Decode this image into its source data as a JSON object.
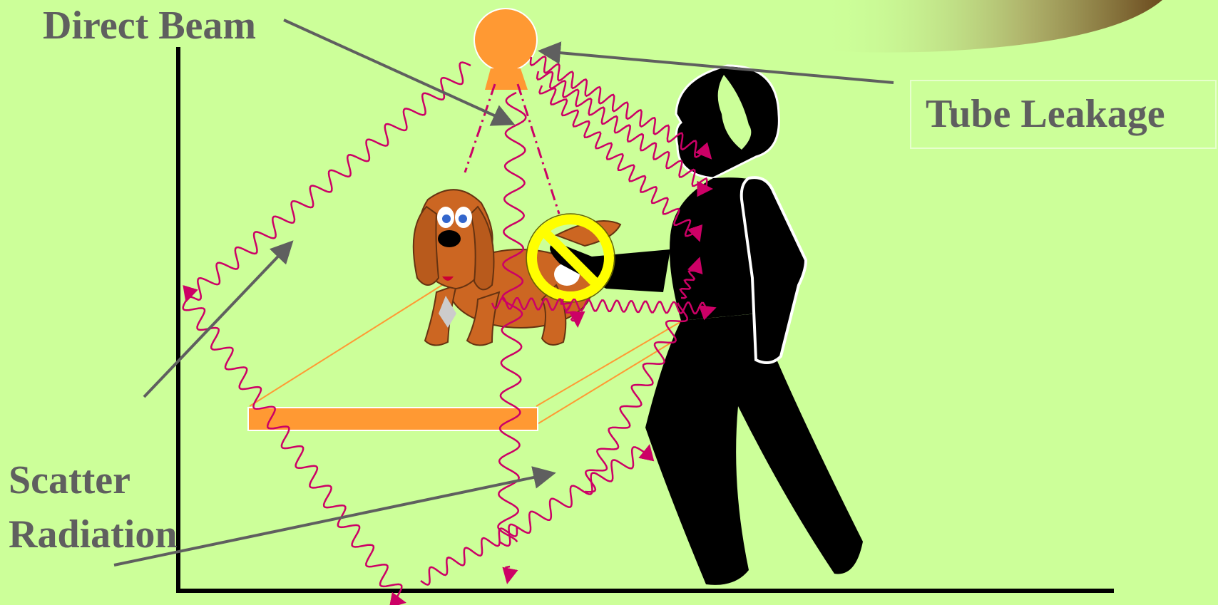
{
  "labels": {
    "direct_beam": "Direct Beam",
    "tube_leakage": "Tube Leakage",
    "scatter_line1": "Scatter",
    "scatter_line2": "Radiation"
  },
  "colors": {
    "background": "#ccff99",
    "label_text": "#5f5f5f",
    "source_orange": "#ff9933",
    "radiation_wave": "#cc0066",
    "pointer_arrow": "#5f5f5f",
    "person": "#000000",
    "no_symbol": "#ffff00",
    "dog": "#cc6622"
  },
  "icons": {
    "xray_source": "xray-tube-icon",
    "dog": "dog-icon",
    "person": "person-icon",
    "prohibition": "prohibition-icon"
  }
}
